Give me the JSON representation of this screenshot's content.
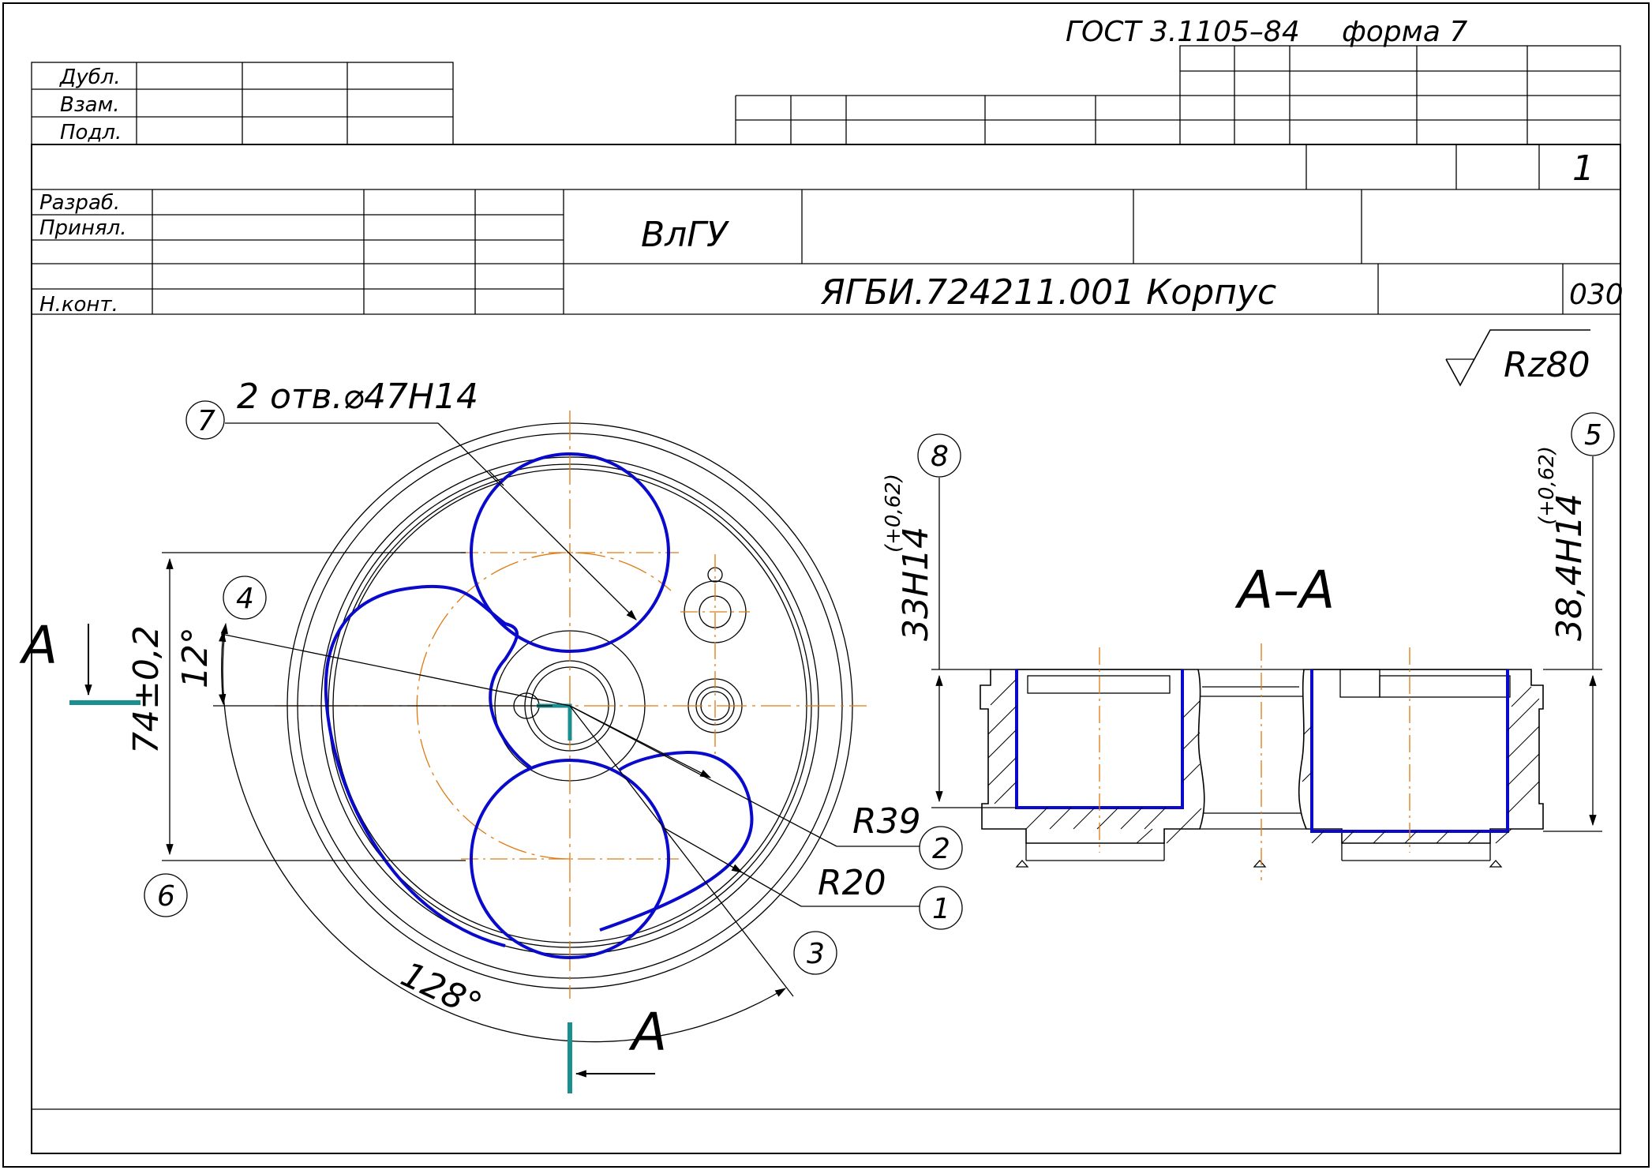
{
  "header": {
    "standard": "ГОСТ 3.1105–84",
    "form": "форма 7",
    "sheet_number": "1"
  },
  "side_stamp": {
    "dubl": "Дубл.",
    "vzam": "Взам.",
    "podl": "Подл."
  },
  "title_block": {
    "razrab": "Разраб.",
    "prinyal": "Принял.",
    "nkont": "Н.конт.",
    "organization": "ВлГУ",
    "designation": "ЯГБИ.724211.001 Корпус",
    "operation": "030"
  },
  "drawing": {
    "roughness": "Rz80",
    "hole_callout": "2 отв.⌀47H14",
    "section_label": "А–А",
    "section_mark": "А",
    "dim_74": "74±0,2",
    "angle_12": "12°",
    "angle_128": "128°",
    "r39": "R39",
    "r20": "R20",
    "dim_33": "33H14",
    "dim_33_tol": "(+0,62)",
    "dim_38": "38,4H14",
    "dim_38_tol": "(+0,62)",
    "markers": [
      "1",
      "2",
      "3",
      "4",
      "5",
      "6",
      "7",
      "8"
    ]
  },
  "colors": {
    "machined_surface": "#0a0acc",
    "centerline": "#e07a10",
    "section_marker": "#1a8f8f"
  }
}
